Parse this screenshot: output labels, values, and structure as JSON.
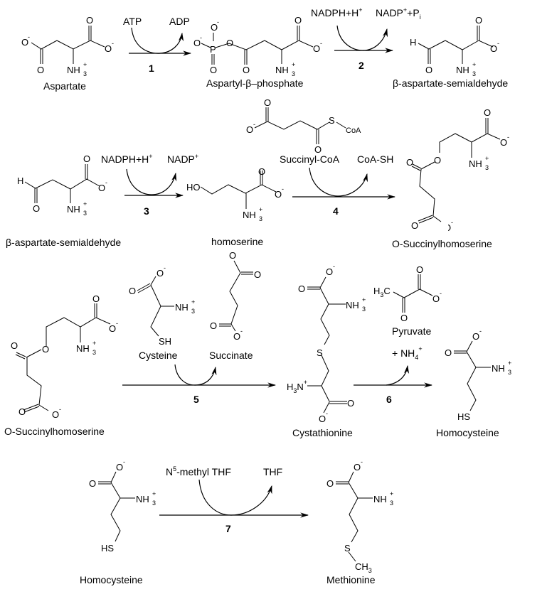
{
  "title": "Biosynthesis of methionine from aspartate",
  "compounds": {
    "aspartate": "Aspartate",
    "aspartyl_phosphate": "Aspartyl-β–phosphate",
    "semialdehyde_1": "β-aspartate-semialdehyde",
    "semialdehyde_2": "β-aspartate-semialdehyde",
    "homoserine": "homoserine",
    "o_succinylhomoserine_1": "O-Succinylhomoserine",
    "o_succinylhomoserine_2": "O-Succinylhomoserine",
    "cysteine": "Cysteine",
    "succinate": "Succinate",
    "cystathionine": "Cystathionine",
    "pyruvate": "Pyruvate",
    "homocysteine_1": "Homocysteine",
    "homocysteine_2": "Homocysteine",
    "methionine": "Methionine"
  },
  "reactions": [
    {
      "step": "1",
      "in": "ATP",
      "out": "ADP"
    },
    {
      "step": "2",
      "in": "NADPH+H",
      "in_sup": "+",
      "out": "NADP",
      "out_sup": "+",
      "out_tail": "+P",
      "out_sub": "i"
    },
    {
      "step": "3",
      "in": "NADPH+H",
      "in_sup": "+",
      "out": "NADP",
      "out_sup": "+"
    },
    {
      "step": "4",
      "in": "Succinyl-CoA",
      "out": "CoA-SH"
    },
    {
      "step": "5",
      "in": "Cysteine",
      "out": "Succinate"
    },
    {
      "step": "6",
      "out": "+ NH",
      "out_sub": "4",
      "out_sup": "+"
    },
    {
      "step": "7",
      "in": "N",
      "in_sup": "5",
      "in_tail": "-methyl THF",
      "out": "THF"
    }
  ],
  "atoms": {
    "O": "O",
    "Om": "O",
    "minus": "-",
    "plus": "+",
    "NH": "NH",
    "three": "3",
    "H": "H",
    "HO": "HO",
    "P": "P",
    "S": "S",
    "SH": "SH",
    "HS": "HS",
    "CoA": "CoA",
    "H3N_H": "H",
    "H3N_N": "N",
    "CH": "CH",
    "H3C_H": "H",
    "H3C_C": "C"
  }
}
